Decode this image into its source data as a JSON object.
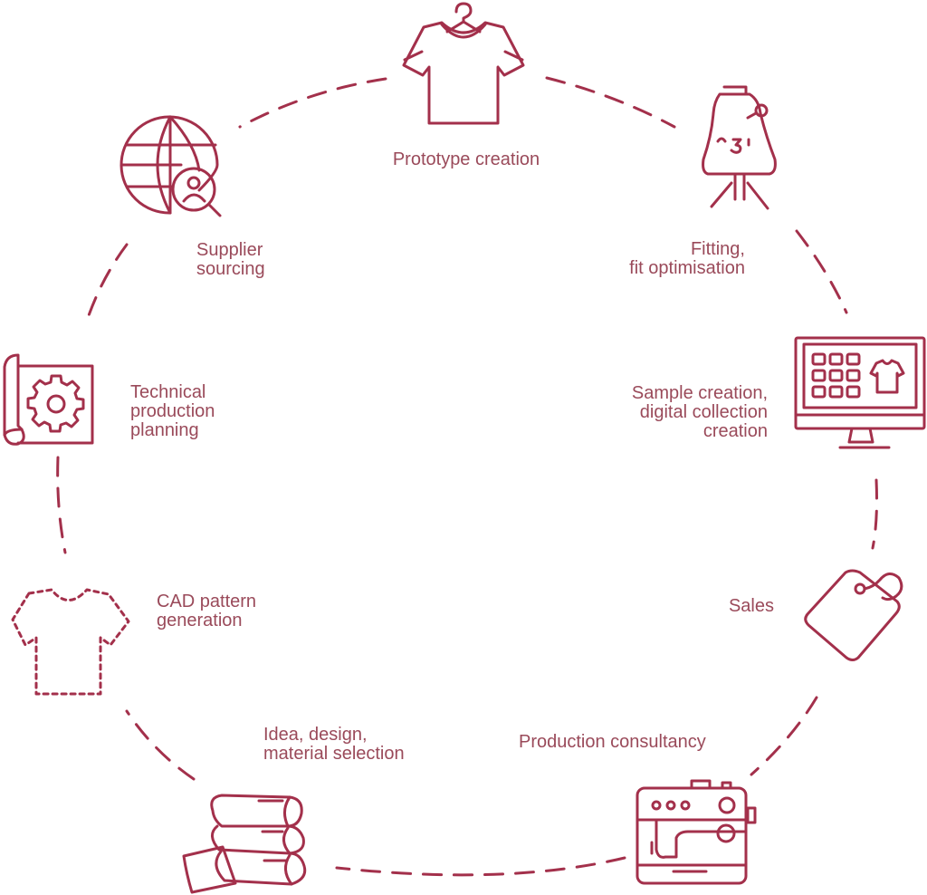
{
  "colors": {
    "accent": "#a3304b",
    "text": "#9a4a5a",
    "background": "#ffffff"
  },
  "steps": [
    {
      "lines": [
        "Prototype creation"
      ],
      "icon": "t-shirt-on-hanger-icon"
    },
    {
      "lines": [
        "Fitting,",
        "fit optimisation"
      ],
      "icon": "dress-form-icon"
    },
    {
      "lines": [
        "Sample creation,",
        "digital collection",
        "creation"
      ],
      "icon": "monitor-catalog-icon"
    },
    {
      "lines": [
        "Sales"
      ],
      "icon": "price-tag-icon"
    },
    {
      "lines": [
        "Production consultancy"
      ],
      "icon": "sewing-machine-icon"
    },
    {
      "lines": [
        "Idea, design,",
        "material selection"
      ],
      "icon": "fabric-stack-icon"
    },
    {
      "lines": [
        "CAD pattern",
        "generation"
      ],
      "icon": "dashed-t-shirt-icon"
    },
    {
      "lines": [
        "Technical",
        "production",
        "planning"
      ],
      "icon": "blueprint-gear-icon"
    },
    {
      "lines": [
        "Supplier",
        "sourcing"
      ],
      "icon": "globe-search-icon"
    }
  ]
}
